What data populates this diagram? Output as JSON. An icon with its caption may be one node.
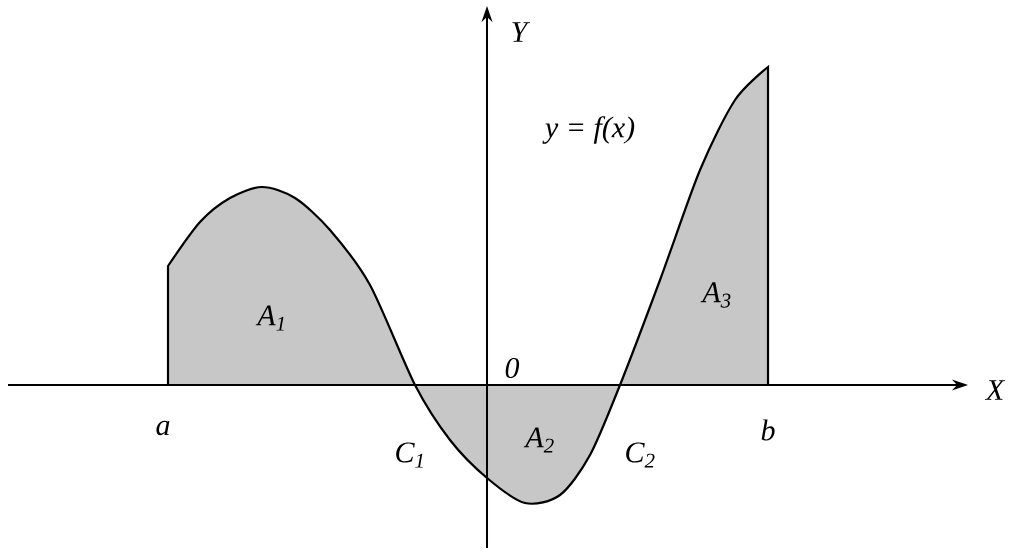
{
  "diagram": {
    "labels": [
      "Y",
      "y = f(x)",
      "A$_{1}$",
      "A$_{3}$",
      "0",
      "X",
      "a",
      "b",
      "C$_{1}$",
      "A$_{2}$",
      "C$_{2}$"
    ]
  }
}
